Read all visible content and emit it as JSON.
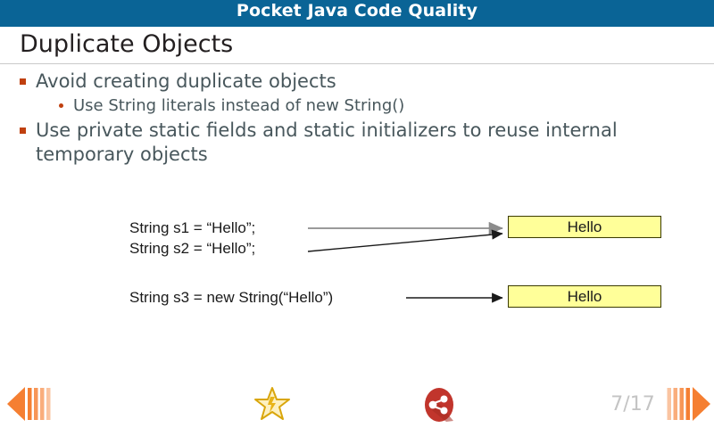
{
  "app": {
    "title": "Pocket Java Code Quality",
    "header_bg": "#0a6496"
  },
  "slide": {
    "title": "Duplicate Objects",
    "title_color": "#231f20",
    "body_color": "#48575c",
    "bullet_color": "#c0400f",
    "bullets": [
      {
        "level": 1,
        "marker": "square-bullet",
        "text": "Avoid creating duplicate objects"
      },
      {
        "level": 2,
        "marker": "dot-bullet",
        "text": "Use String literals instead of new String()"
      },
      {
        "level": 1,
        "marker": "square-bullet",
        "text": "Use private static fields and static initializers to reuse internal temporary objects"
      }
    ],
    "diagram": {
      "code_lines": [
        {
          "id": "s1",
          "text": "String s1 = “Hello”;"
        },
        {
          "id": "s2",
          "text": "String s2 = “Hello”;"
        },
        {
          "id": "s3",
          "text": "String s3 = new String(“Hello”)"
        }
      ],
      "objects": [
        {
          "id": "literal",
          "label": "Hello",
          "fill": "#ffff99",
          "stroke": "#3a3a00"
        },
        {
          "id": "new",
          "label": "Hello",
          "fill": "#ffff99",
          "stroke": "#3a3a00"
        }
      ],
      "arrows": [
        {
          "from": "s1",
          "to": "literal",
          "color": "#8c8c8c"
        },
        {
          "from": "s2",
          "to": "literal",
          "color": "#1a1a1a"
        },
        {
          "from": "s3",
          "to": "new",
          "color": "#1a1a1a"
        }
      ]
    }
  },
  "footer": {
    "prev_label": "previous-slide",
    "next_label": "next-slide",
    "favorite_label": "favorite",
    "share_label": "share",
    "page_indicator": "7/17",
    "page_indicator_color": "#c4c4c4",
    "nav_color": "#f57f32",
    "star_color": "#d9a60b",
    "share_color": "#c1352c"
  }
}
